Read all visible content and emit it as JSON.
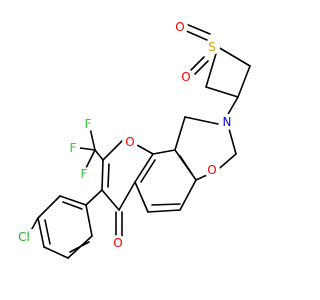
{
  "atoms": {
    "S": {
      "text": "S",
      "color": "#C8A400"
    },
    "O_sulfonyl_top": {
      "text": "O",
      "color": "#FF0000"
    },
    "O_sulfonyl_bottom": {
      "text": "O",
      "color": "#FF0000"
    },
    "N": {
      "text": "N",
      "color": "#0000FF"
    },
    "O_oxazine": {
      "text": "O",
      "color": "#FF0000"
    },
    "O_pyran": {
      "text": "O",
      "color": "#FF0000"
    },
    "O_ketone": {
      "text": "O",
      "color": "#FF0000"
    },
    "F_1": {
      "text": "F",
      "color": "#33CC33"
    },
    "F_2": {
      "text": "F",
      "color": "#33CC33"
    },
    "F_3": {
      "text": "F",
      "color": "#33CC33"
    },
    "Cl": {
      "text": "Cl",
      "color": "#1FB01F"
    }
  },
  "bond_color": "#000000"
}
